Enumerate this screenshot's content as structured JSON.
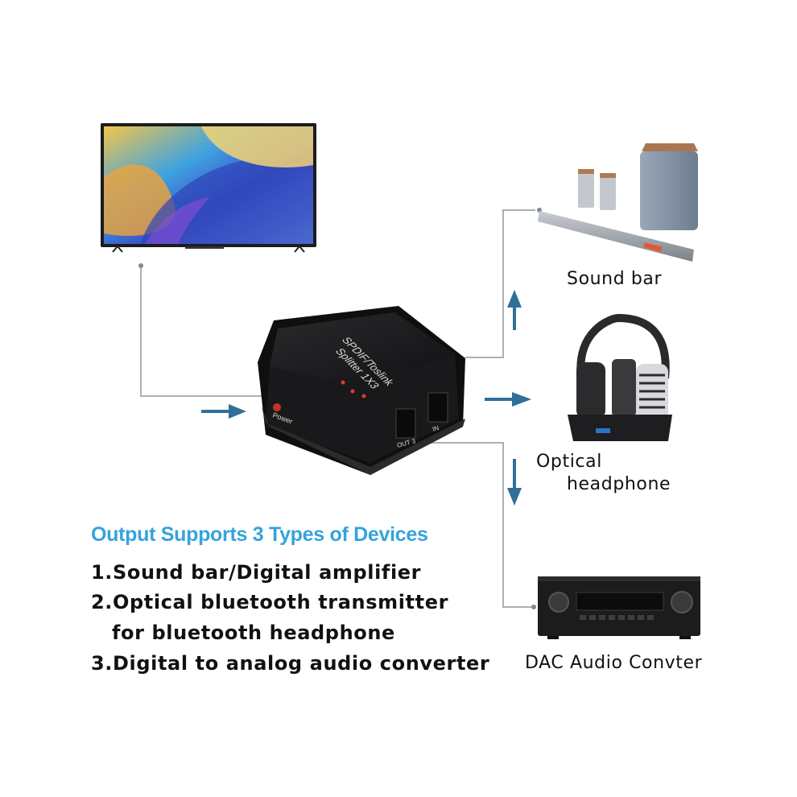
{
  "features": {
    "heading": "Output Supports 3 Types of Devices",
    "items": [
      "1.Sound bar/Digital amplifier",
      "2.Optical bluetooth transmitter",
      "for bluetooth headphone",
      "3.Digital to analog audio converter"
    ]
  },
  "devices": {
    "sound_bar": "Sound bar",
    "headphone_line1": "Optical",
    "headphone_line2": "headphone",
    "dac": "DAC Audio Convter"
  },
  "splitter": {
    "top_line1": "SPDIF/Toslink",
    "top_line2": "Splitter 1X3",
    "power_label": "Power",
    "out_label": "OUT 3",
    "in_label": "IN"
  },
  "colors": {
    "heading": "#35a3dd",
    "arrow": "#2f6f9a",
    "line": "#a9b1b8",
    "device_body": "#1c1c1e"
  }
}
